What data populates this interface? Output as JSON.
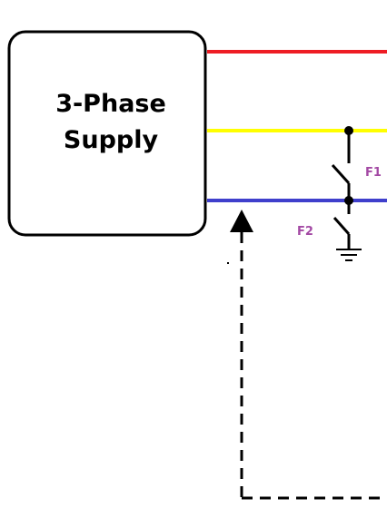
{
  "supply": {
    "line1": "3-Phase",
    "line2": "Supply"
  },
  "faults": {
    "f1": "F1",
    "f2": "F2"
  },
  "colors": {
    "phase_red": "#ee1c24",
    "phase_yellow": "#ffff00",
    "phase_blue": "#3f3fcc",
    "fault_label": "#a349a4",
    "ink": "#000000"
  }
}
